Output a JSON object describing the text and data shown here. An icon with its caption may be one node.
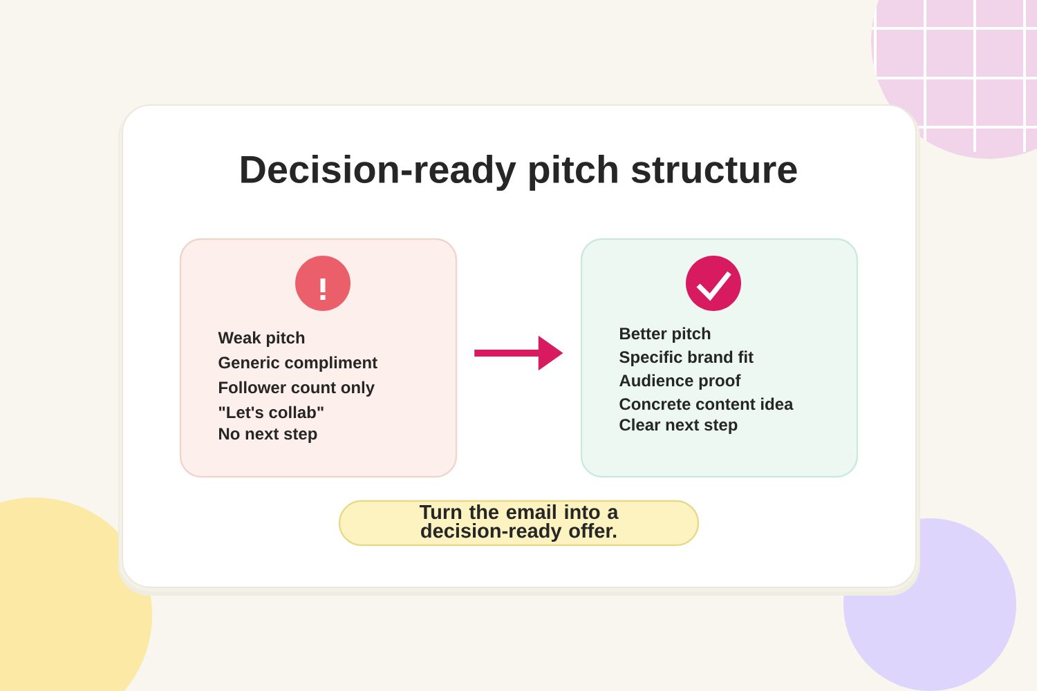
{
  "diagram": {
    "title": "Decision-ready pitch structure",
    "nodes": [
      {
        "text": [
          "Weak pitch",
          "Generic compliment",
          "Follower count only",
          "\"Let's collab\"",
          "No next step"
        ]
      },
      {
        "text": [
          "Better pitch",
          "Specific brand fit",
          "Audience proof",
          "Concrete content idea",
          "Clear next step"
        ]
      },
      {
        "text": [
          "Turn the email into a decision-ready offer."
        ]
      }
    ],
    "edges": [
      {
        "from": 0,
        "to": 1,
        "arrow": "to"
      }
    ]
  }
}
